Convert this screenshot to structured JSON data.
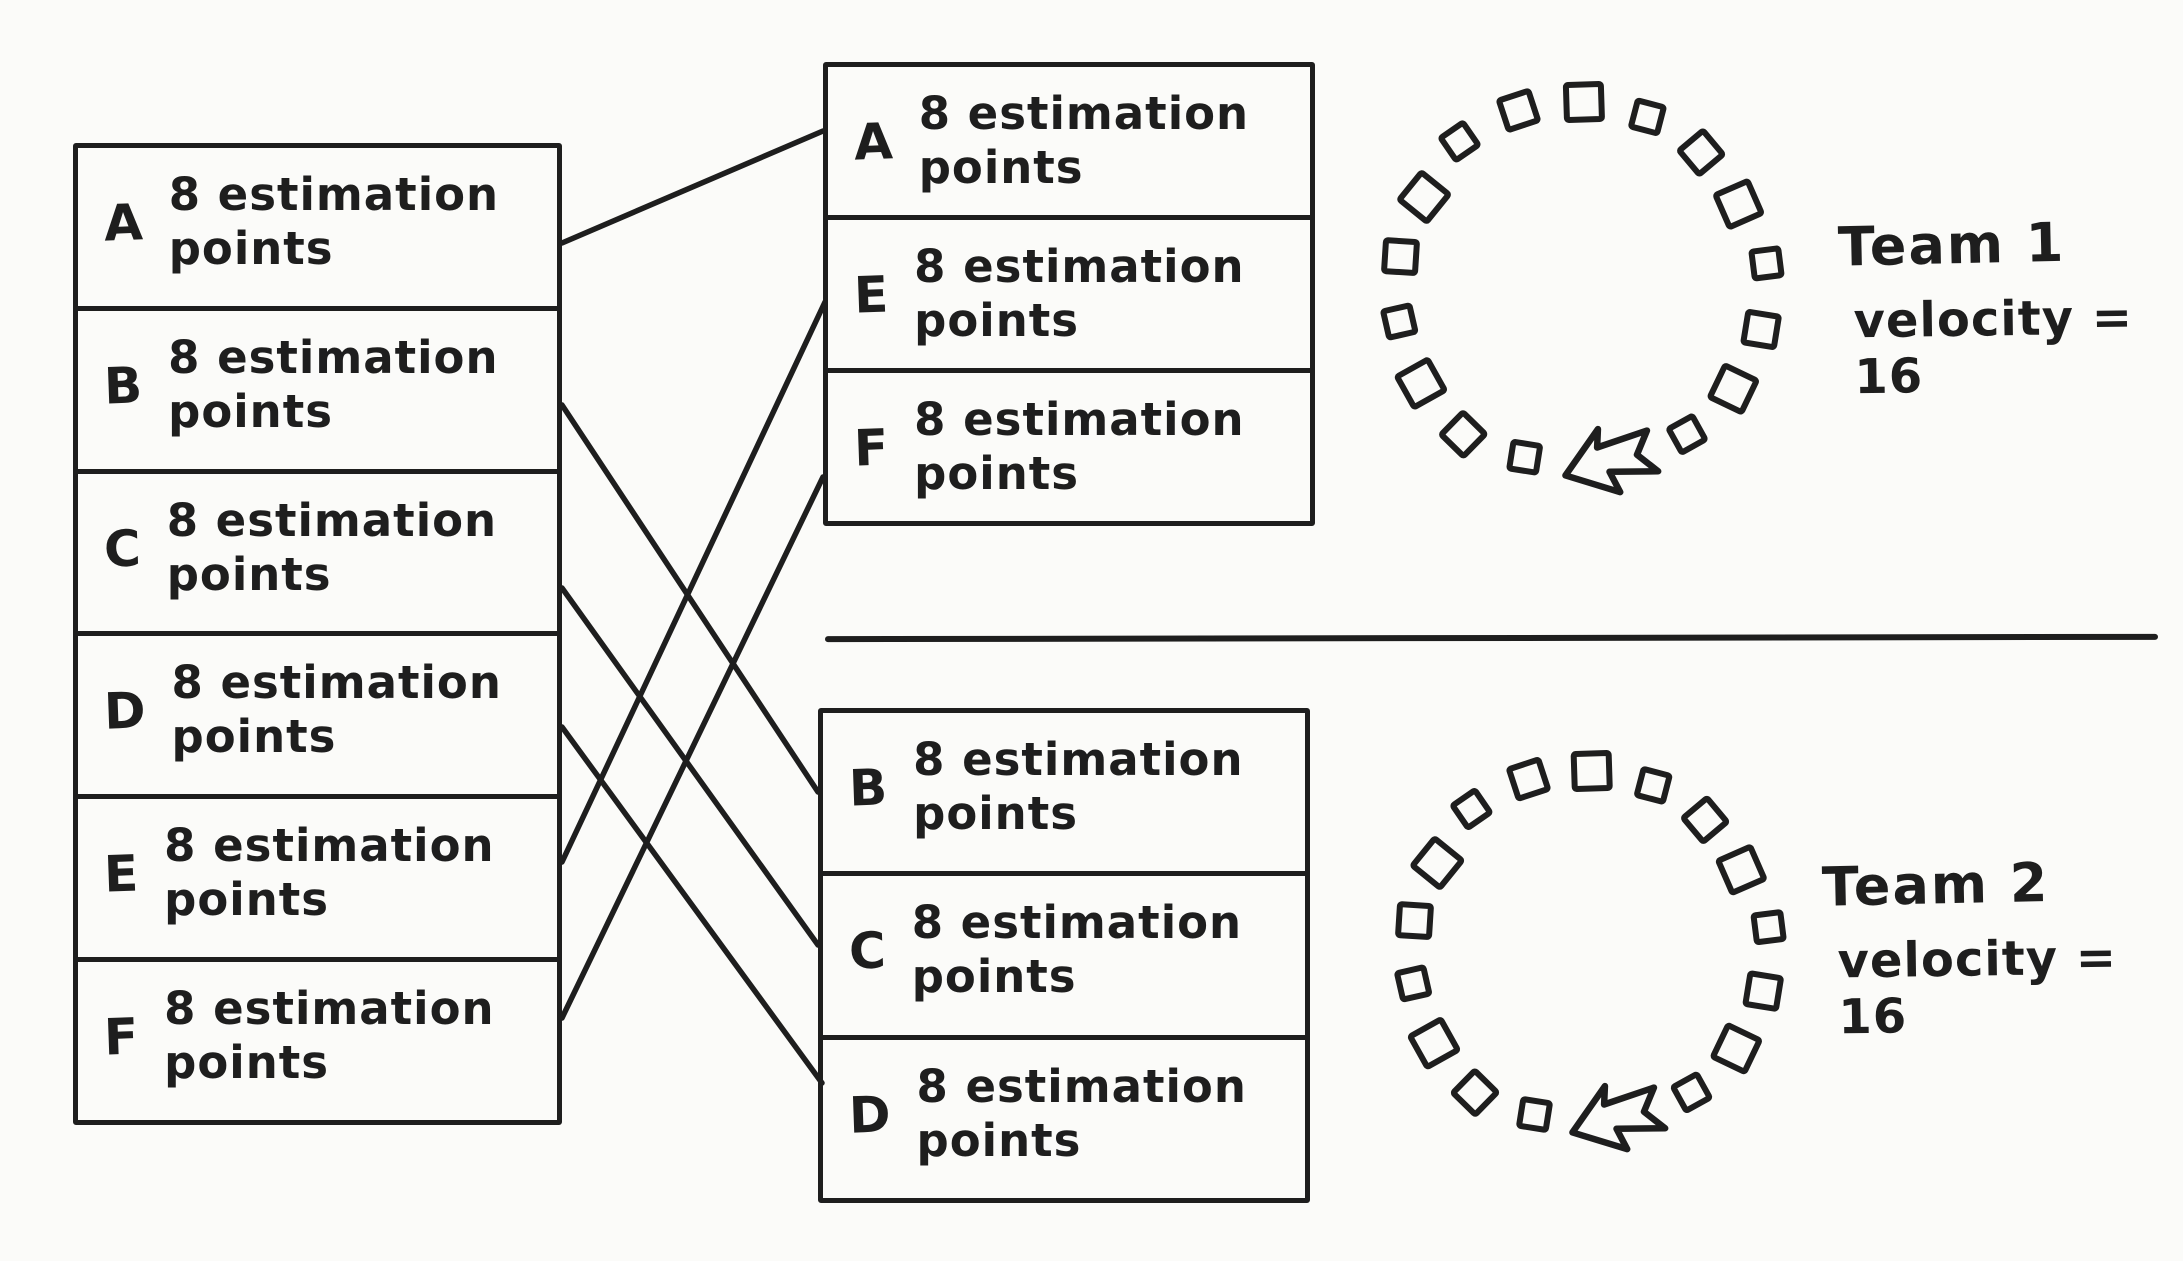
{
  "colors": {
    "ink": "#1e1e1e",
    "paper": "#fbfbf9"
  },
  "backlog": {
    "rows": [
      {
        "label": "A",
        "text": "8 estimation points"
      },
      {
        "label": "B",
        "text": "8 estimation points"
      },
      {
        "label": "C",
        "text": "8 estimation points"
      },
      {
        "label": "D",
        "text": "8 estimation points"
      },
      {
        "label": "E",
        "text": "8 estimation points"
      },
      {
        "label": "F",
        "text": "8 estimation points"
      }
    ]
  },
  "sprint1": {
    "rows": [
      {
        "label": "A",
        "text": "8 estimation points"
      },
      {
        "label": "E",
        "text": "8 estimation points"
      },
      {
        "label": "F",
        "text": "8 estimation points"
      }
    ]
  },
  "sprint2": {
    "rows": [
      {
        "label": "B",
        "text": "8 estimation points"
      },
      {
        "label": "C",
        "text": "8 estimation points"
      },
      {
        "label": "D",
        "text": "8 estimation points"
      }
    ]
  },
  "connections": [
    {
      "story": "A",
      "sprint": "sprint1"
    },
    {
      "story": "B",
      "sprint": "sprint2"
    },
    {
      "story": "C",
      "sprint": "sprint2"
    },
    {
      "story": "D",
      "sprint": "sprint2"
    },
    {
      "story": "E",
      "sprint": "sprint1"
    },
    {
      "story": "F",
      "sprint": "sprint1"
    }
  ],
  "team1": {
    "title": "Team 1",
    "velocity": "velocity = 16",
    "points": 16
  },
  "team2": {
    "title": "Team 2",
    "velocity": "velocity = 16",
    "points": 16
  }
}
